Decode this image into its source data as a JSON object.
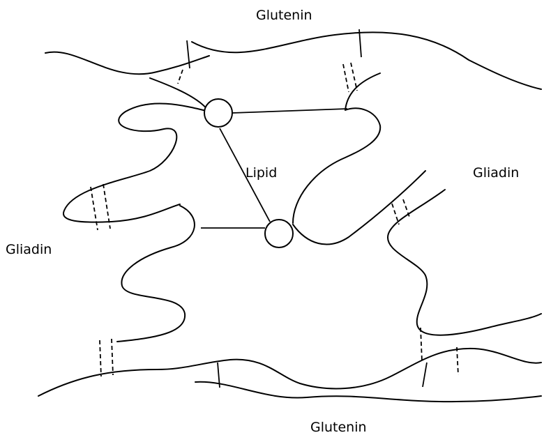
{
  "labels": {
    "glutenin_top": "Glutenin",
    "glutenin_bottom": "Glutenin",
    "gliadin_left": "Gliadin",
    "gliadin_right": "Gliadin",
    "lipid": "Lipid"
  }
}
